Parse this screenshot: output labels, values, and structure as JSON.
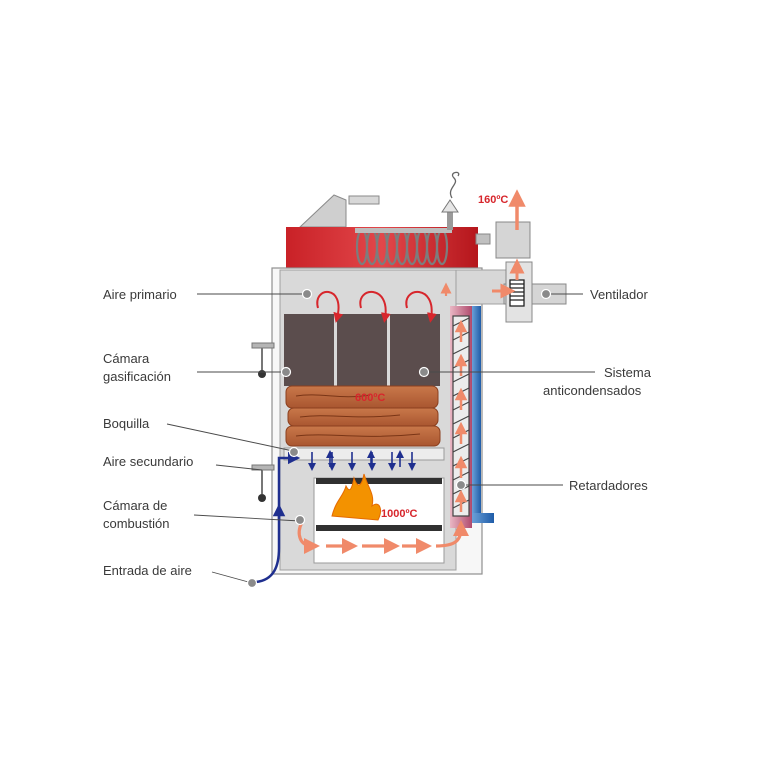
{
  "labels": {
    "aire_primario": "Aire primario",
    "camara_gasificacion_1": "Cámara",
    "camara_gasificacion_2": "gasificación",
    "boquilla": "Boquilla",
    "aire_secundario": "Aire secundario",
    "camara_combustion_1": "Cámara de",
    "camara_combustion_2": "combustión",
    "entrada_aire": "Entrada de aire",
    "ventilador": "Ventilador",
    "sistema_1": "Sistema",
    "sistema_2": "anticondensados",
    "retardadores": "Retardadores"
  },
  "temperatures": {
    "flue": "160ºC",
    "gasification": "600ºC",
    "combustion": "1000ºC"
  },
  "colors": {
    "hot_red": "#d7262c",
    "flame_orange": "#f39200",
    "hot_arrow": "#f08a6a",
    "air_blue": "#1f2f8f",
    "water_blue": "#2a6ab8",
    "wood": "#b9653a",
    "chamber_dark": "#5a4c4c",
    "casing_grey": "#d7d7d7"
  }
}
